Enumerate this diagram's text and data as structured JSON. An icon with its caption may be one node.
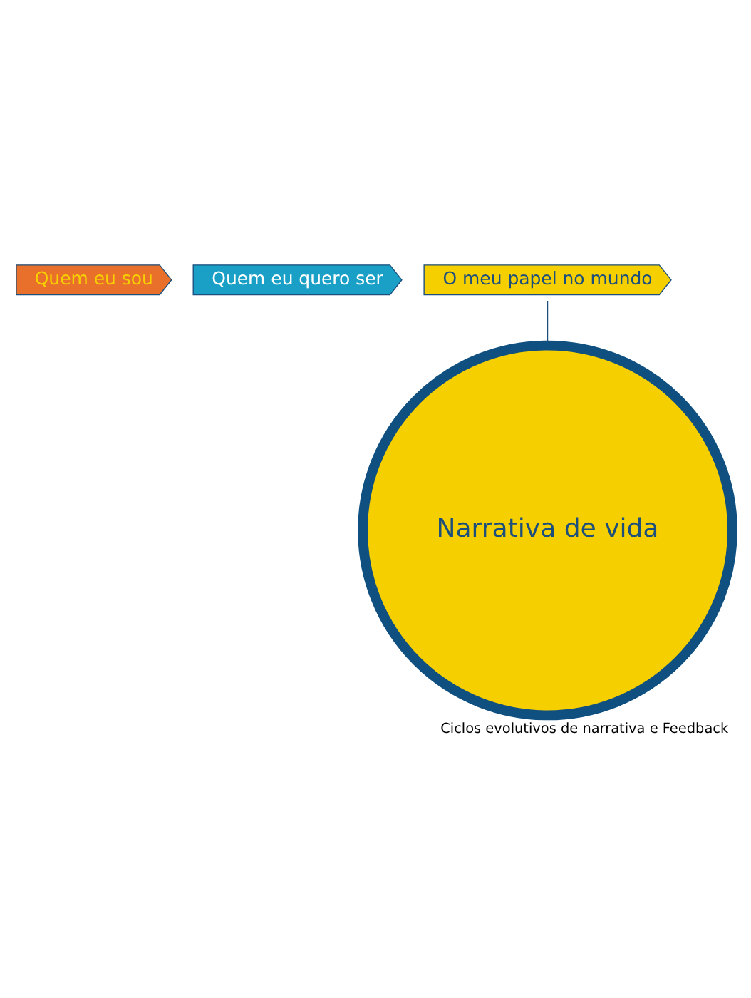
{
  "diagram": {
    "caption": "Ciclos evolutivos de narrativa e Feedback",
    "nodes": [
      {
        "text": [
          "Quem eu sou"
        ]
      },
      {
        "text": [
          "Quem eu quero ser"
        ]
      },
      {
        "text": [
          "O meu papel no mundo"
        ]
      },
      {
        "text": [
          "Narrativa de vida"
        ]
      }
    ],
    "edges": [
      {
        "from": 2,
        "to": 3,
        "arrow": "none"
      }
    ]
  }
}
